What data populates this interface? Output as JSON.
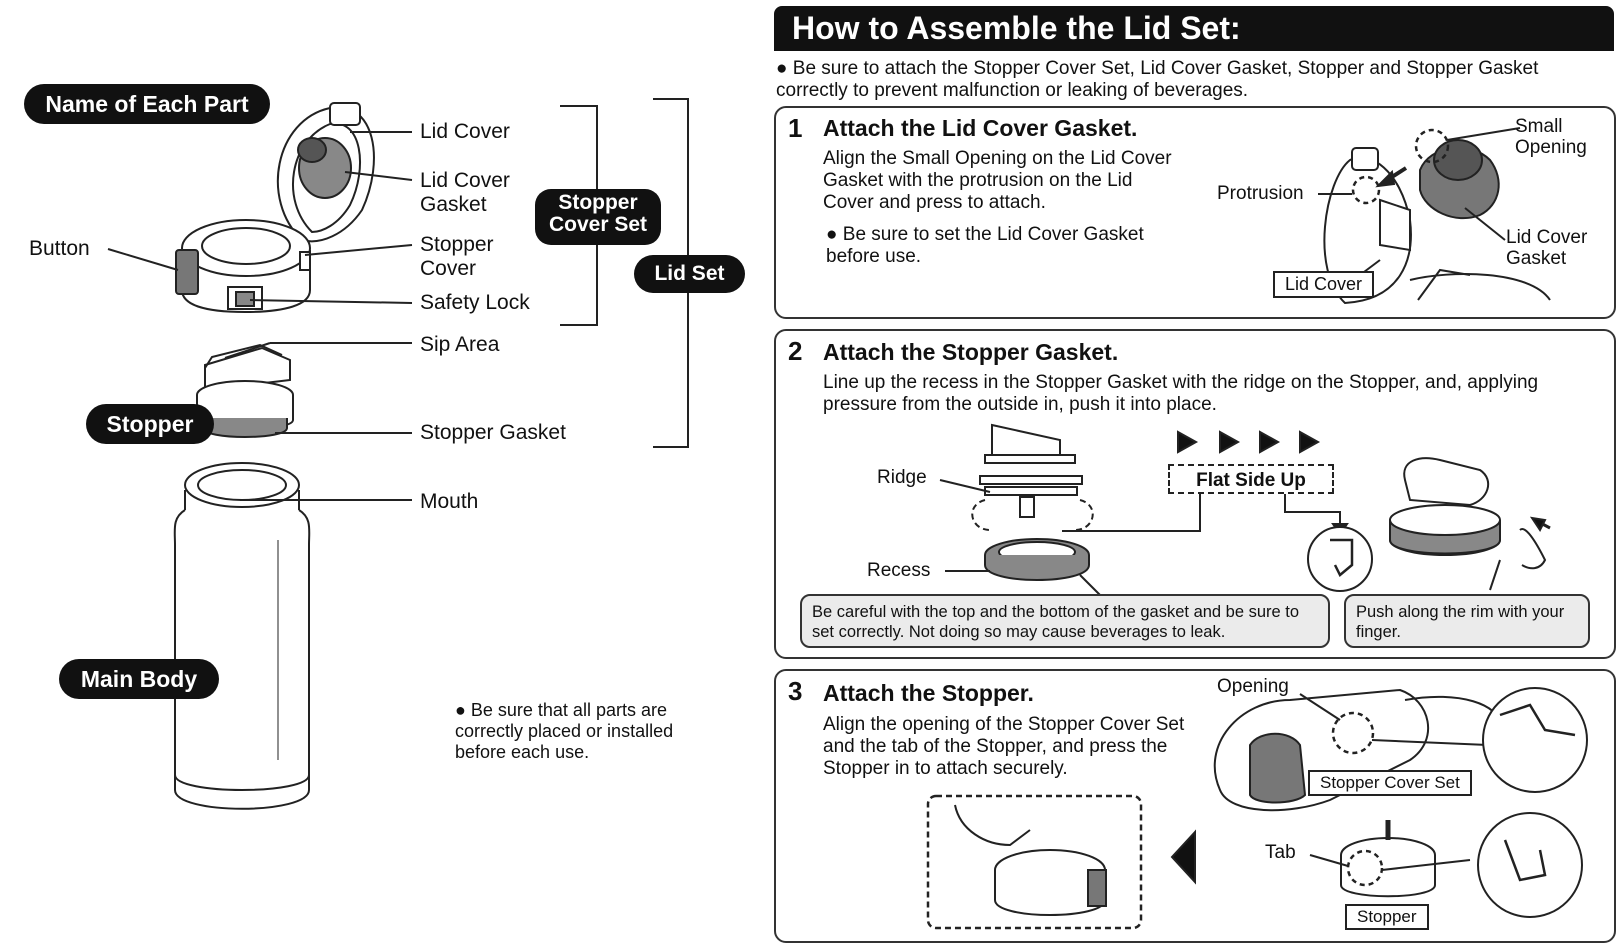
{
  "left": {
    "heading": "Name of Each Part",
    "labels": {
      "lid_cover": "Lid Cover",
      "lid_cover_gasket": "Lid Cover Gasket",
      "stopper_cover": "Stopper Cover",
      "safety_lock": "Safety Lock",
      "button": "Button",
      "sip_area": "Sip Area",
      "stopper": "Stopper",
      "stopper_gasket": "Stopper Gasket",
      "mouth": "Mouth",
      "main_body": "Main Body"
    },
    "groups": {
      "stopper_cover_set": "Stopper Cover Set",
      "lid_set": "Lid Set"
    },
    "note": "Be sure that all parts are correctly placed or installed before each use."
  },
  "right": {
    "title": "How to Assemble the Lid Set:",
    "intro": "Be sure to attach the Stopper Cover Set, Lid Cover Gasket, Stopper and Stopper Gasket  correctly to prevent malfunction or leaking of beverages.",
    "step1": {
      "number": "1",
      "title": "Attach the Lid Cover Gasket.",
      "text": "Align the Small Opening on the Lid Cover Gasket with the protrusion on the Lid Cover and press to attach.",
      "bullet": "Be sure to set the Lid Cover Gasket before use.",
      "labels": {
        "protrusion": "Protrusion",
        "small_opening": "Small Opening",
        "lid_cover_gasket": "Lid Cover Gasket",
        "lid_cover": "Lid Cover"
      }
    },
    "step2": {
      "number": "2",
      "title": "Attach the Stopper Gasket.",
      "text": "Line up the recess in the Stopper Gasket with the ridge on the Stopper, and, applying pressure from the outside in, push it into place.",
      "labels": {
        "ridge": "Ridge",
        "recess": "Recess",
        "flat_side_up": "Flat Side Up"
      },
      "callout_left": "Be careful with the top and the bottom of the gasket and be sure to set correctly. Not doing so may cause beverages to leak.",
      "callout_right": "Push along the rim with your finger."
    },
    "step3": {
      "number": "3",
      "title": "Attach the Stopper.",
      "text": "Align the opening of the Stopper Cover Set and the tab of the Stopper, and press the Stopper in to attach securely.",
      "labels": {
        "opening": "Opening",
        "stopper_cover_set": "Stopper Cover Set",
        "tab": "Tab",
        "stopper": "Stopper"
      }
    }
  }
}
